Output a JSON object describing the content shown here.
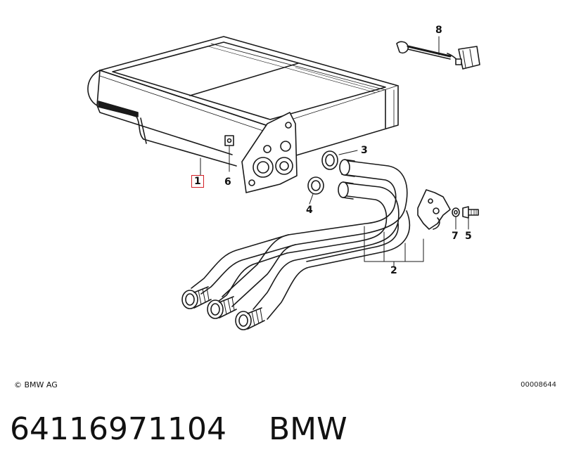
{
  "diagram": {
    "callouts": [
      {
        "id": "1",
        "label": "1",
        "boxed": true
      },
      {
        "id": "2",
        "label": "2",
        "boxed": false
      },
      {
        "id": "3",
        "label": "3",
        "boxed": false
      },
      {
        "id": "4",
        "label": "4",
        "boxed": false
      },
      {
        "id": "5",
        "label": "5",
        "boxed": false
      },
      {
        "id": "6",
        "label": "6",
        "boxed": false
      },
      {
        "id": "7",
        "label": "7",
        "boxed": false
      },
      {
        "id": "8",
        "label": "8",
        "boxed": false
      }
    ],
    "highlight_color": "#d21f26"
  },
  "footer": {
    "copyright": "© BMW AG",
    "image_id": "00008644",
    "part_number": "64116971104",
    "brand": "BMW"
  }
}
